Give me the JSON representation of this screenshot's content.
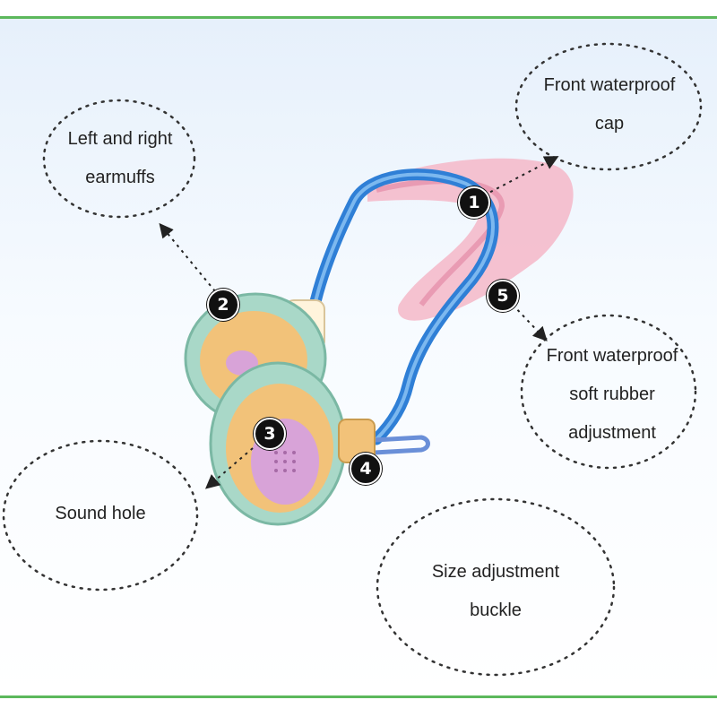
{
  "labels": {
    "left_right_earmuffs": [
      "Left and right",
      "earmuffs"
    ],
    "front_cap": [
      "Front waterproof",
      "cap"
    ],
    "soft_rubber": [
      "Front waterproof",
      "soft rubber",
      "adjustment"
    ],
    "sound_hole": [
      "Sound hole"
    ],
    "size_buckle": [
      "Size adjustment",
      "buckle"
    ]
  },
  "markers": [
    "1",
    "2",
    "3",
    "4",
    "5"
  ],
  "colors": {
    "frame_line": "#5cb85c",
    "band_blue": "#2f7fd6",
    "cap_pink": "#f4b7c8",
    "cup_green": "#a9d8c8",
    "cup_orange": "#f2c279",
    "cup_purple": "#d8a3d8"
  }
}
